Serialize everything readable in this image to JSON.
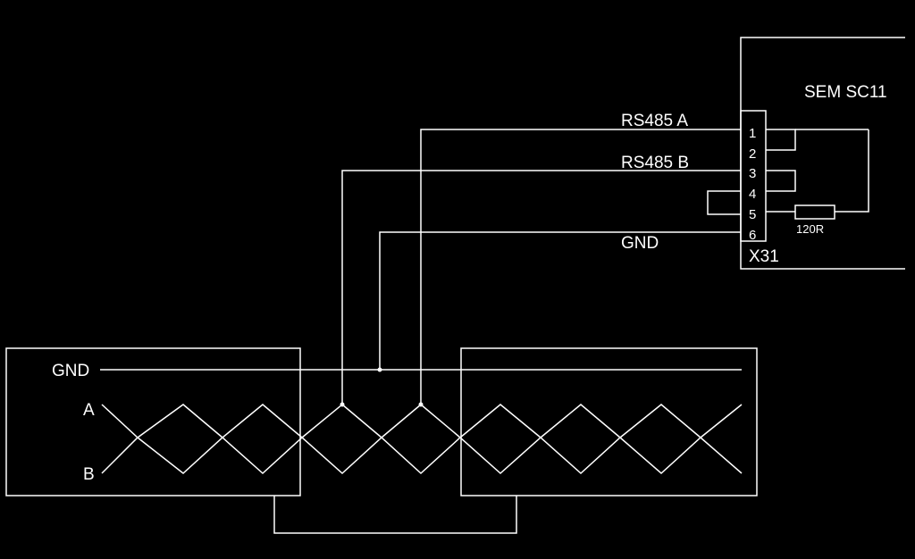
{
  "device": {
    "name": "SEM SC11",
    "connector": "X31"
  },
  "signals": {
    "a": "RS485 A",
    "b": "RS485 B",
    "gnd": "GND"
  },
  "terminals": [
    "1",
    "2",
    "3",
    "4",
    "5",
    "6"
  ],
  "resistor": {
    "value": "120R"
  },
  "cable": {
    "gnd": "GND",
    "a": "A",
    "b": "B"
  },
  "colors": {
    "background": "#000000",
    "line": "#ffffff"
  }
}
